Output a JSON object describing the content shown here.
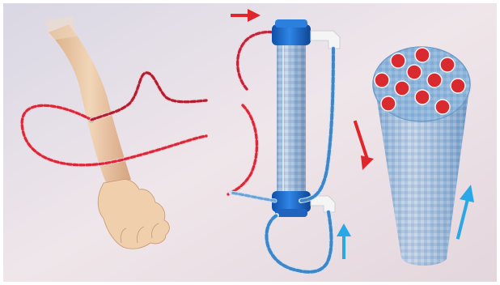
{
  "figure": {
    "subject_icons": [
      "arm-icon",
      "dialyzer-icon",
      "fiber-bundle-icon",
      "flow-arrow-icon"
    ],
    "colors": {
      "background": "#ece6ec",
      "blood_line": "#d8283a",
      "dialysate_line": "#3f86c8",
      "cap_blue": "#1f6fd0",
      "connector_white": "#f2f2f2",
      "arrow_red": "#e0262a",
      "arrow_blue": "#2aa7e6",
      "fiber_red": "#d92a2f",
      "skin": "#ebc8a3"
    },
    "arrows": [
      {
        "name": "blood-in-arrow",
        "color": "red",
        "direction": "right"
      },
      {
        "name": "blood-down-arrow",
        "color": "red",
        "direction": "down"
      },
      {
        "name": "dialysate-up-arrow-small",
        "color": "blue",
        "direction": "up"
      },
      {
        "name": "dialysate-up-arrow-large",
        "color": "blue",
        "direction": "up"
      }
    ],
    "fiber_count": 11
  }
}
